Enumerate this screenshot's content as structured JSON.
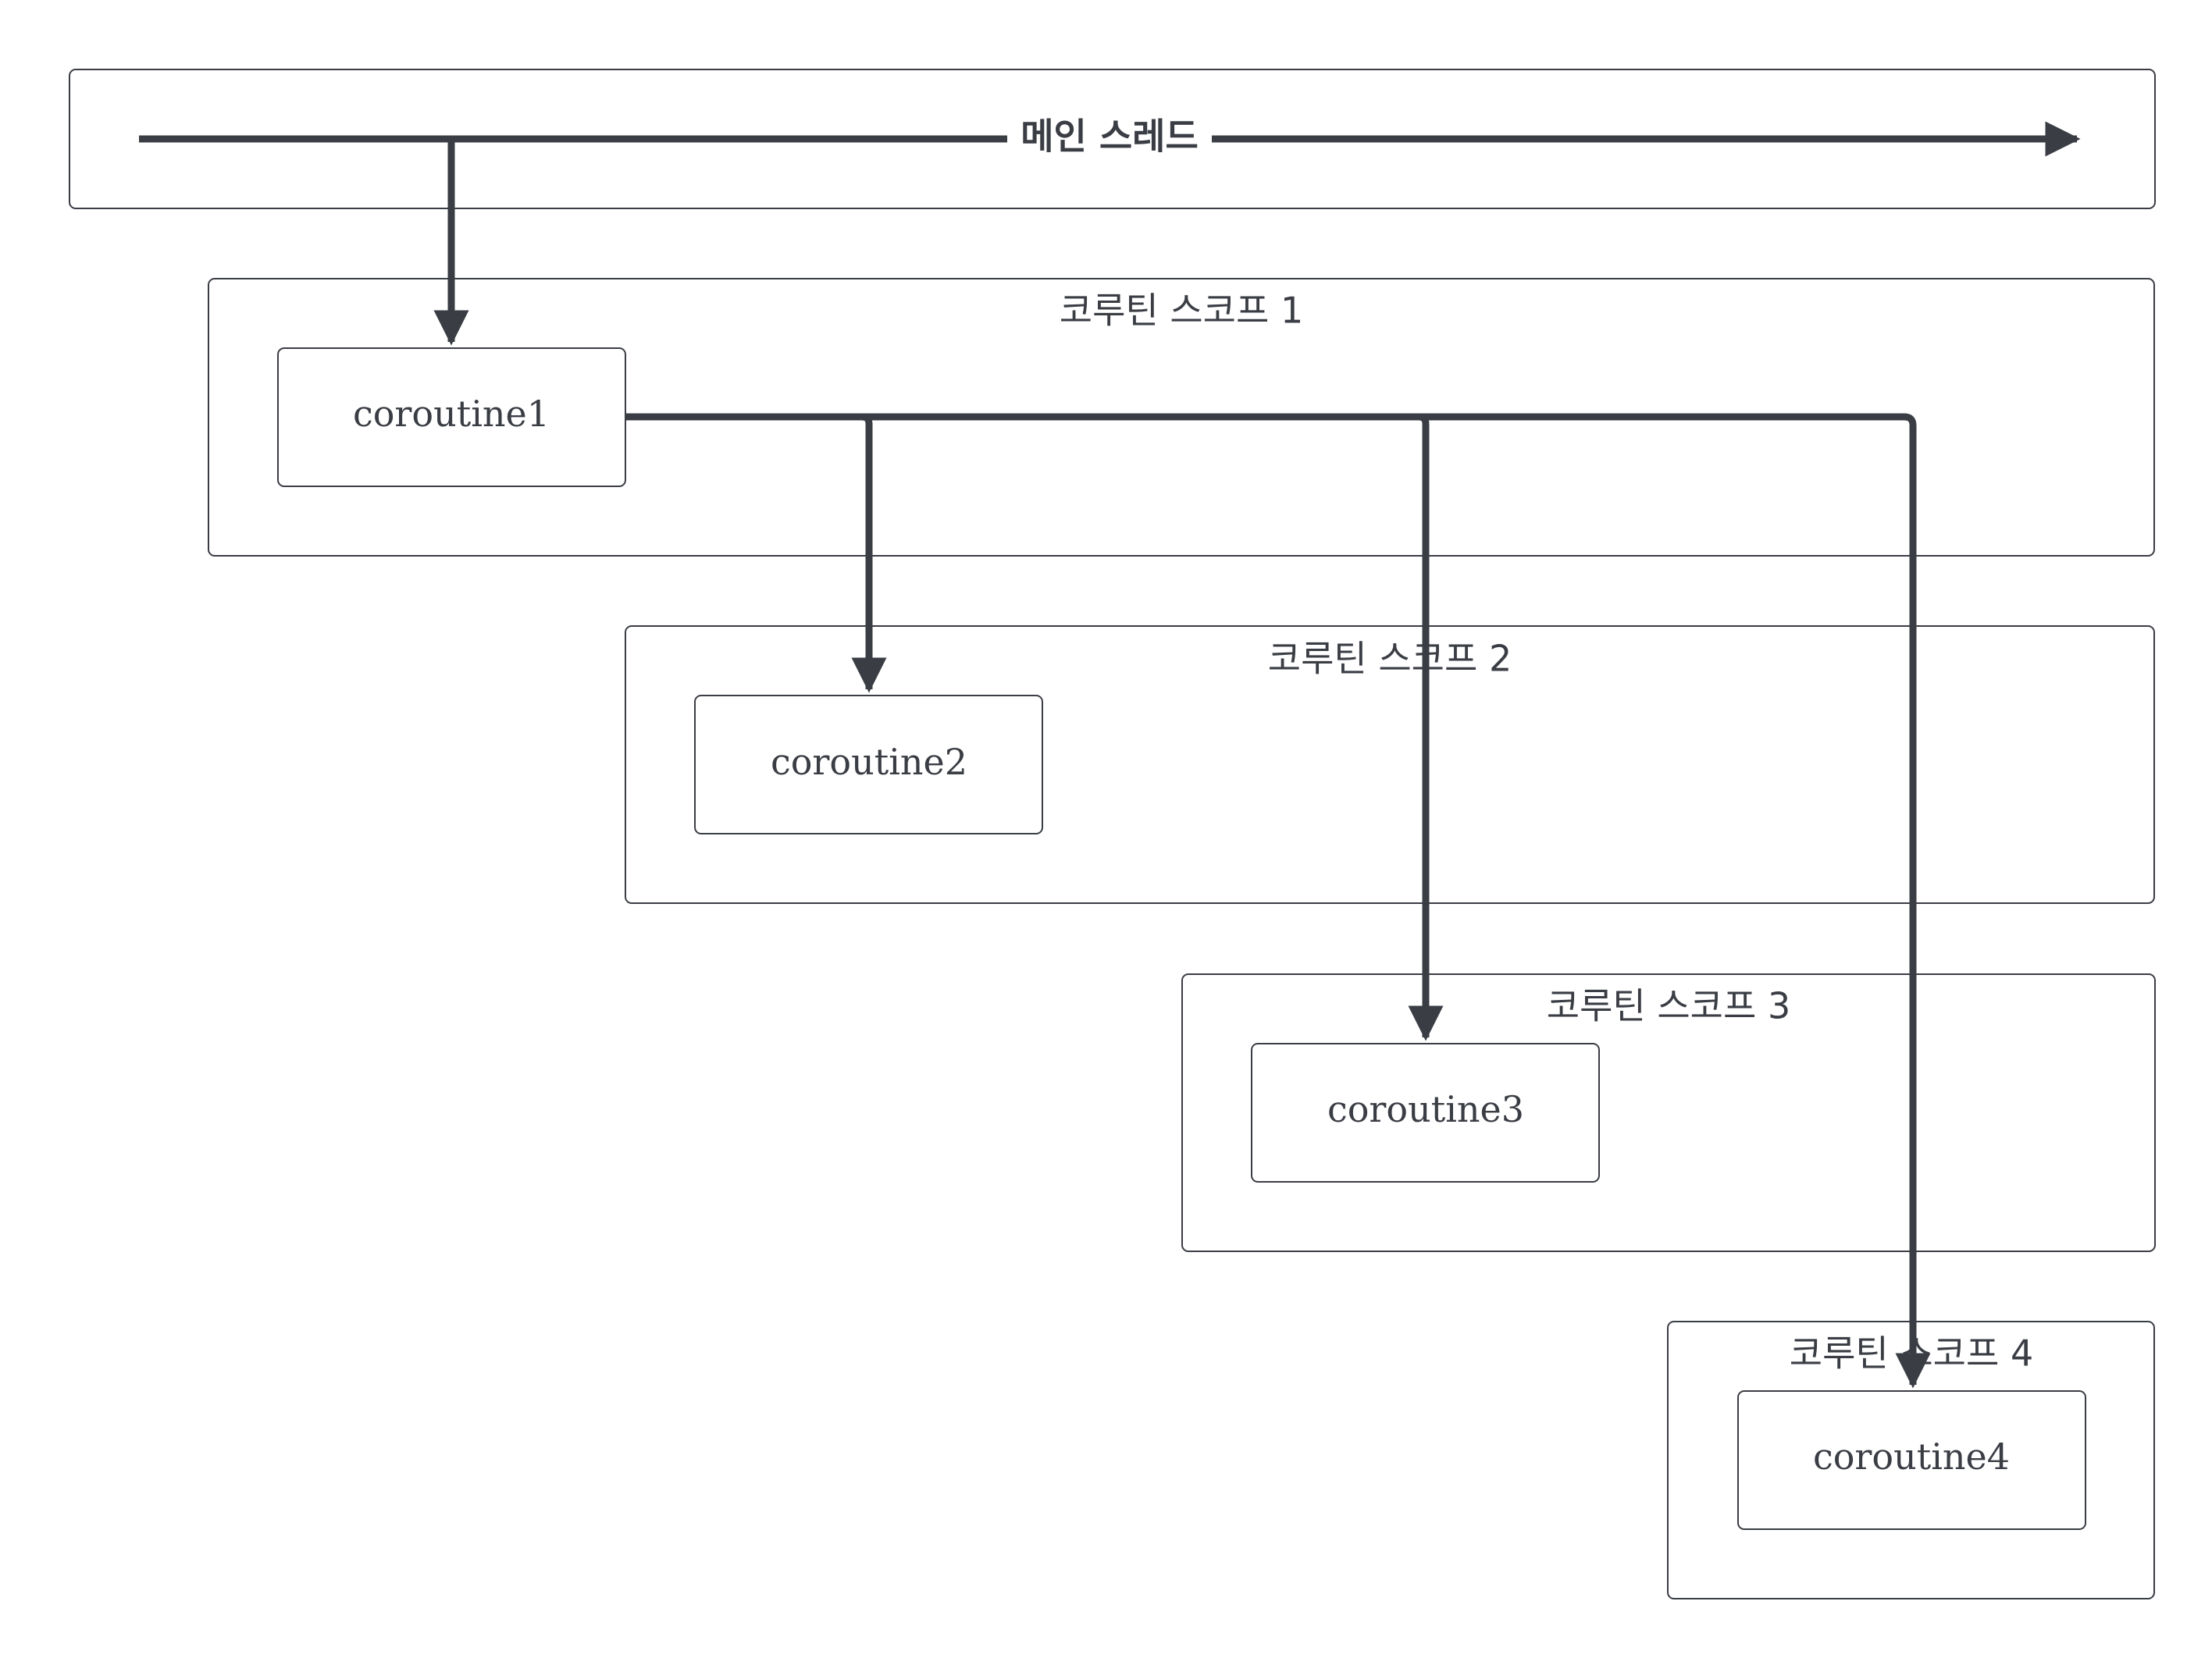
{
  "main_thread": {
    "label": "메인 스레드"
  },
  "scopes": [
    {
      "label": "코루틴 스코프 1",
      "coroutine": "coroutine1"
    },
    {
      "label": "코루틴 스코프 2",
      "coroutine": "coroutine2"
    },
    {
      "label": "코루틴 스코프 3",
      "coroutine": "coroutine3"
    },
    {
      "label": "코루틴 스코프 4",
      "coroutine": "coroutine4"
    }
  ],
  "colors": {
    "line": "#3a3d44",
    "background": "#ffffff"
  }
}
